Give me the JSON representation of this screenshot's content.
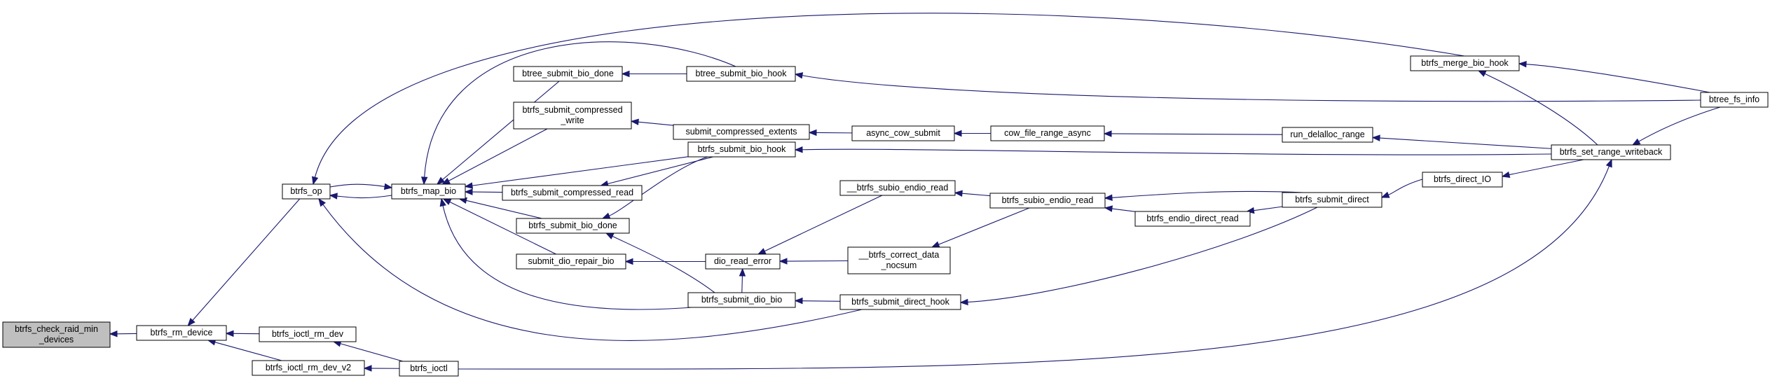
{
  "diagram": {
    "type": "caller-graph",
    "colors": {
      "edge": "#191970",
      "node_border": "#000000",
      "node_fill": "#ffffff",
      "root_fill": "#bfbfbf"
    },
    "nodes": [
      {
        "id": "root",
        "lines": [
          "btrfs_check_raid_min",
          "_devices"
        ],
        "highlight": true
      },
      {
        "id": "rm_device",
        "lines": [
          "btrfs_rm_device"
        ]
      },
      {
        "id": "ioctl_rm_dev",
        "lines": [
          "btrfs_ioctl_rm_dev"
        ]
      },
      {
        "id": "ioctl_rm_dev_v2",
        "lines": [
          "btrfs_ioctl_rm_dev_v2"
        ]
      },
      {
        "id": "ioctl",
        "lines": [
          "btrfs_ioctl"
        ]
      },
      {
        "id": "op",
        "lines": [
          "btrfs_op"
        ]
      },
      {
        "id": "map_bio",
        "lines": [
          "btrfs_map_bio"
        ]
      },
      {
        "id": "btree_done",
        "lines": [
          "btree_submit_bio_done"
        ]
      },
      {
        "id": "btree_hook",
        "lines": [
          "btree_submit_bio_hook"
        ]
      },
      {
        "id": "comp_write",
        "lines": [
          "btrfs_submit_compressed",
          "_write"
        ]
      },
      {
        "id": "comp_extents",
        "lines": [
          "submit_compressed_extents"
        ]
      },
      {
        "id": "async_cow",
        "lines": [
          "async_cow_submit"
        ]
      },
      {
        "id": "cow_async",
        "lines": [
          "cow_file_range_async"
        ]
      },
      {
        "id": "delalloc",
        "lines": [
          "run_delalloc_range"
        ]
      },
      {
        "id": "set_wb",
        "lines": [
          "btrfs_set_range_writeback"
        ]
      },
      {
        "id": "merge_hook",
        "lines": [
          "btrfs_merge_bio_hook"
        ]
      },
      {
        "id": "fs_info",
        "lines": [
          "btree_fs_info"
        ]
      },
      {
        "id": "comp_read",
        "lines": [
          "btrfs_submit_compressed_read"
        ]
      },
      {
        "id": "bio_hook",
        "lines": [
          "btrfs_submit_bio_hook"
        ]
      },
      {
        "id": "bio_done",
        "lines": [
          "btrfs_submit_bio_done"
        ]
      },
      {
        "id": "dio_repair",
        "lines": [
          "submit_dio_repair_bio"
        ]
      },
      {
        "id": "dio_read_error",
        "lines": [
          "dio_read_error"
        ]
      },
      {
        "id": "u_subio_read",
        "lines": [
          "__btrfs_subio_endio_read"
        ]
      },
      {
        "id": "u_correct",
        "lines": [
          "__btrfs_correct_data",
          "_nocsum"
        ]
      },
      {
        "id": "subio_read",
        "lines": [
          "btrfs_subio_endio_read"
        ]
      },
      {
        "id": "endio_direct",
        "lines": [
          "btrfs_endio_direct_read"
        ]
      },
      {
        "id": "submit_direct",
        "lines": [
          "btrfs_submit_direct"
        ]
      },
      {
        "id": "direct_io",
        "lines": [
          "btrfs_direct_IO"
        ]
      },
      {
        "id": "dio_bio",
        "lines": [
          "btrfs_submit_dio_bio"
        ]
      },
      {
        "id": "direct_hook",
        "lines": [
          "btrfs_submit_direct_hook"
        ]
      }
    ]
  }
}
